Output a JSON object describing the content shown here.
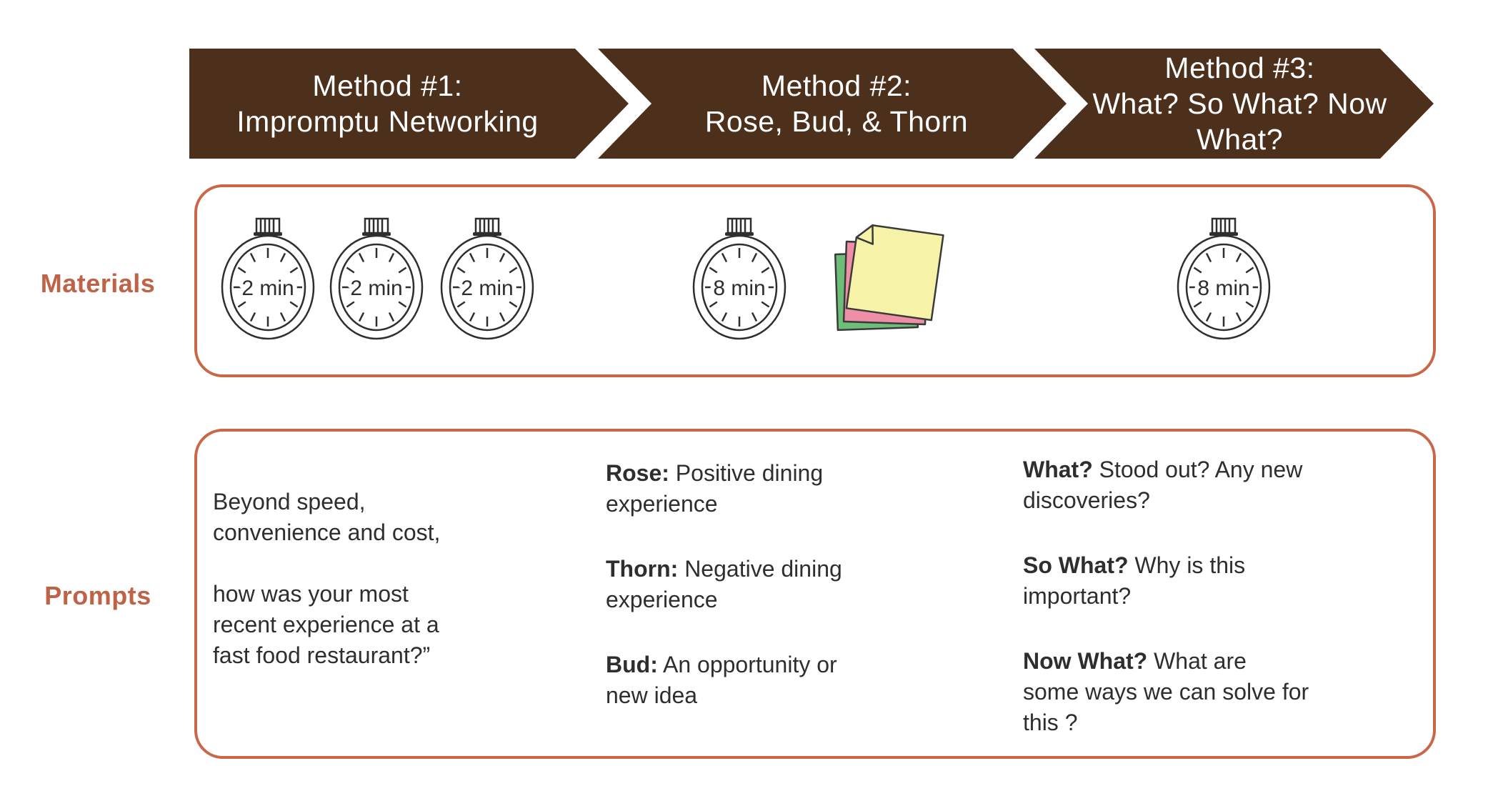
{
  "arrows": [
    {
      "label": "Method #1:\nImpromptu Networking"
    },
    {
      "label": "Method #2:\nRose, Bud, & Thorn"
    },
    {
      "label": "Method #3:\nWhat? So What? Now\nWhat?"
    }
  ],
  "row_labels": {
    "materials": "Materials",
    "prompts": "Prompts"
  },
  "materials": {
    "method1": {
      "timers": [
        {
          "label": "2 min"
        },
        {
          "label": "2 min"
        },
        {
          "label": "2 min"
        }
      ]
    },
    "method2": {
      "timer": {
        "label": "8 min"
      },
      "sticky_notes": [
        "green",
        "pink",
        "yellow"
      ]
    },
    "method3": {
      "timer": {
        "label": "8 min"
      }
    }
  },
  "prompts": {
    "method1": {
      "text": "Beyond speed,\nconvenience and cost,\n\nhow was your most\nrecent experience at a\nfast food restaurant?”"
    },
    "method2": {
      "items": [
        {
          "lead": "Rose:",
          "text": "Positive dining\nexperience"
        },
        {
          "lead": "Thorn:",
          "text": "Negative dining\nexperience"
        },
        {
          "lead": "Bud:",
          "text": "An opportunity or\nnew idea"
        }
      ]
    },
    "method3": {
      "items": [
        {
          "lead": "What?",
          "text": "Stood out? Any new\ndiscoveries?"
        },
        {
          "lead": "So What?",
          "text": "Why is this\nimportant?"
        },
        {
          "lead": "Now What?",
          "text": "What are\nsome ways we can solve for\nthis ?"
        }
      ]
    }
  },
  "colors": {
    "arrow_brown": "#4D301C",
    "accent_orange": "#CB6749",
    "label_orange": "#BE6248",
    "text_ink": "#2E2E2E",
    "sticky_green": "#6CBE79",
    "sticky_pink": "#EE8FA6",
    "sticky_yellow": "#F6F2A8"
  }
}
